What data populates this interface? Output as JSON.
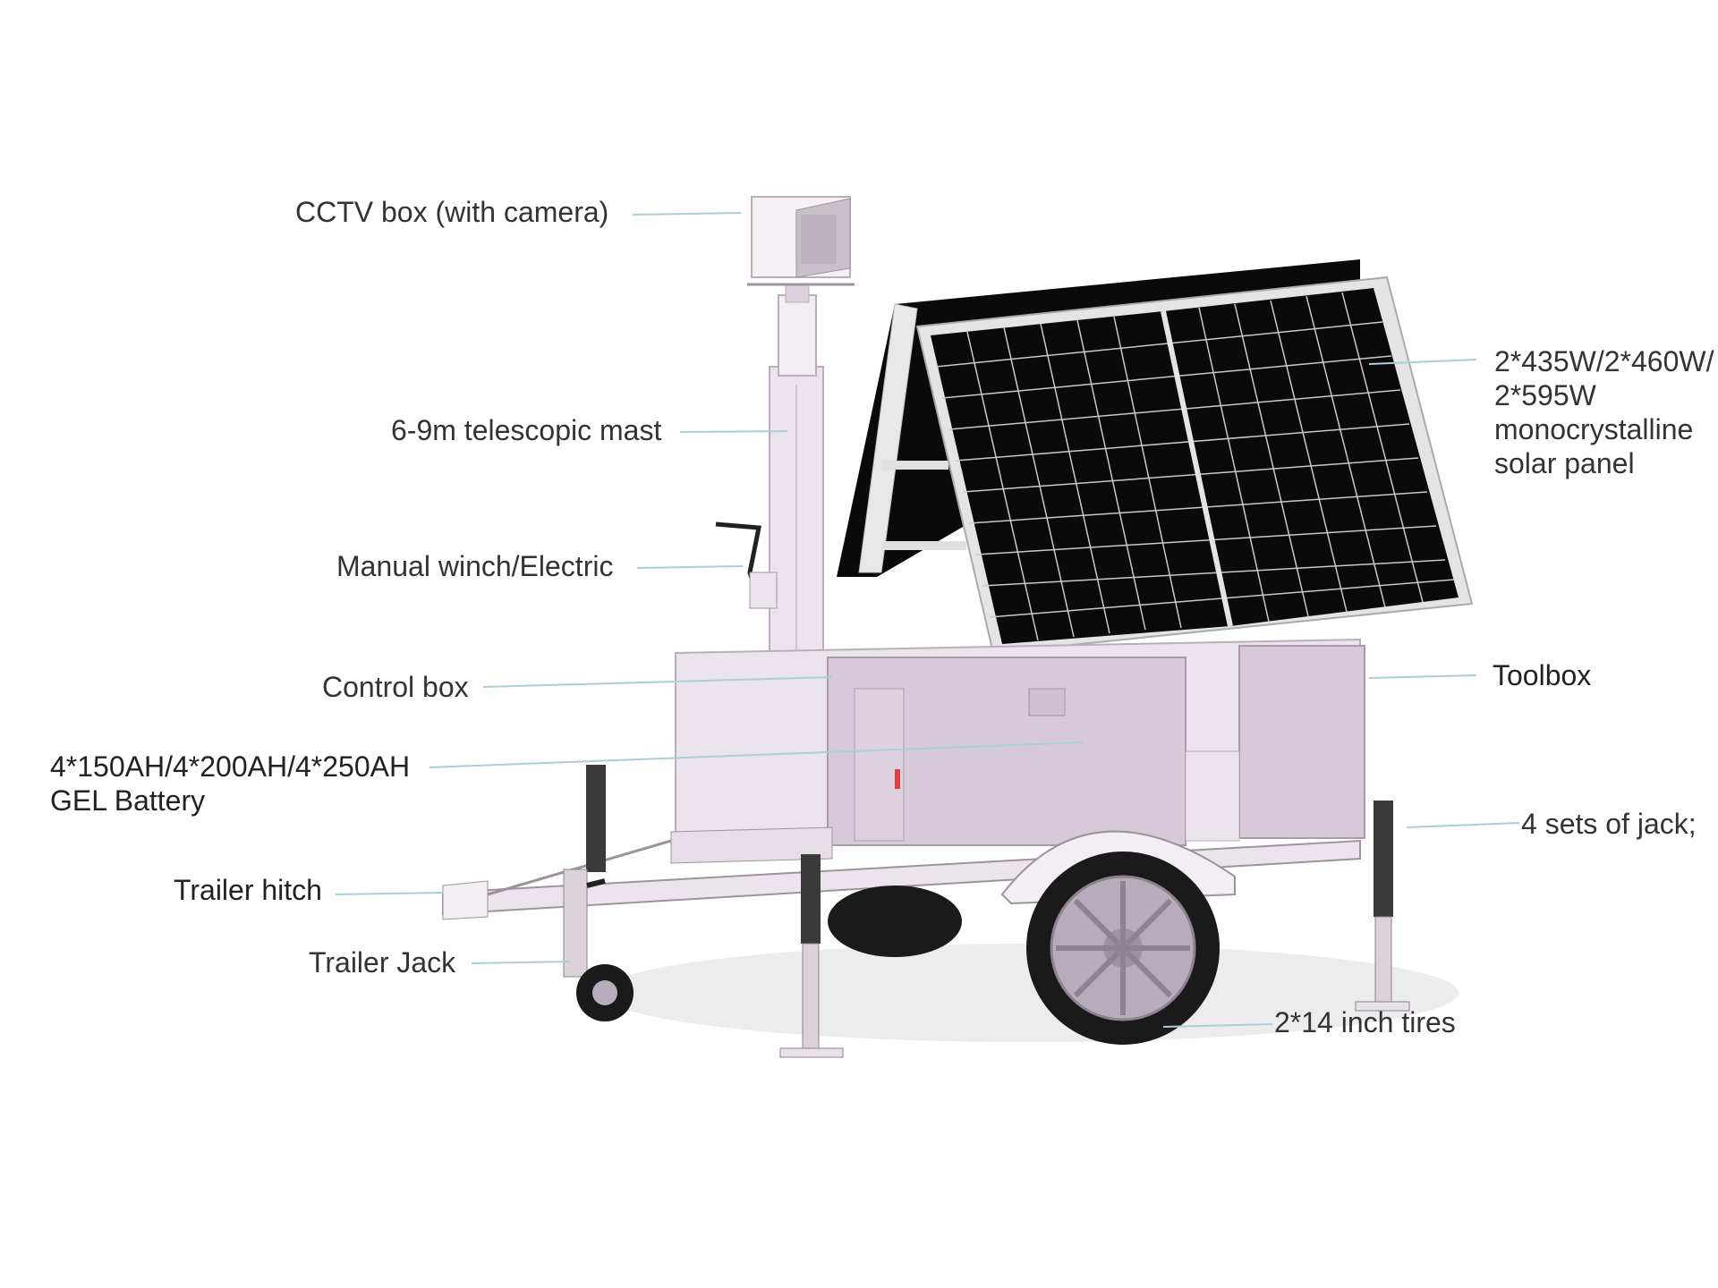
{
  "colors": {
    "leader": "#a8d0d6",
    "label_dark": "#222222",
    "label_mid": "#333333",
    "body_lilac": "#d8c9d8",
    "body_light": "#ece4ec",
    "panel_black": "#0a0a0a",
    "panel_frame": "#e4e4e4",
    "cell_line": "#c9c9c9",
    "tire": "#1a1a1a",
    "wheel_rim": "#b7acbb",
    "ground_shadow": "#d9d9d9"
  },
  "labels": {
    "cctv": "CCTV box (with camera)",
    "mast": "6-9m telescopic mast",
    "winch": "Manual winch/Electric",
    "control_box": "Control box",
    "battery": "4*150AH/4*200AH/4*250AH\nGEL Battery",
    "hitch": "Trailer hitch",
    "trailer_jack": "Trailer Jack",
    "solar": "2*435W/2*460W/\n2*595W\nmonocrystalline\nsolar panel",
    "toolbox": "Toolbox",
    "jacks": "4 sets of jack;",
    "tires": "2*14 inch tires"
  },
  "icons": [
    "cctv-camera-icon",
    "solar-panel-icon",
    "wheel-icon",
    "jack-icon"
  ]
}
